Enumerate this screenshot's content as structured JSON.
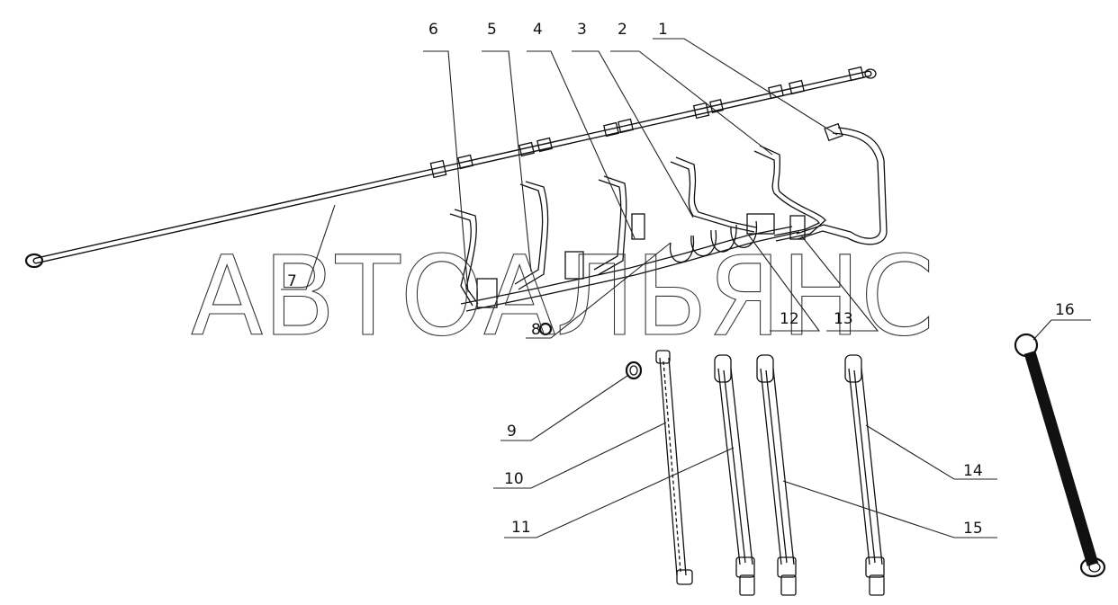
{
  "watermark": "АВТОАЛЬЯНС",
  "callouts": {
    "c1": "1",
    "c2": "2",
    "c3": "3",
    "c4": "4",
    "c5": "5",
    "c6": "6",
    "c7": "7",
    "c8": "8",
    "c9": "9",
    "c10": "10",
    "c11": "11",
    "c12": "12",
    "c13": "13",
    "c14": "14",
    "c15": "15",
    "c16": "16"
  }
}
